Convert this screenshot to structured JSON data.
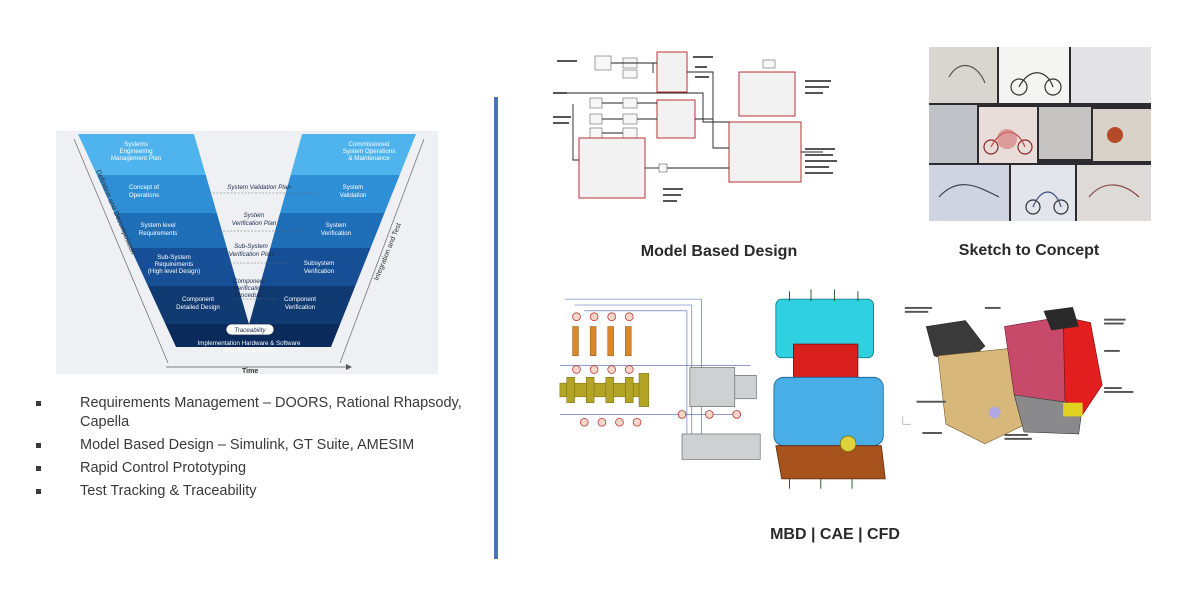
{
  "vmodel": {
    "left": [
      "Systems Engineering Management Plan",
      "Concept of Operations",
      "System level Requirements",
      "Sub-System Requirements (High level Design)",
      "Component Detailed Design"
    ],
    "right": [
      "Commissioned System Operations & Maintenance",
      "System Validation",
      "System Verification",
      "Subsystem Verification",
      "Component Verification"
    ],
    "center": [
      "System Validation Plan",
      "System Verification Plan",
      "Sub-System Verification Plan",
      "Component Verification Procedure"
    ],
    "traceability": "Traceability",
    "implementation": "Implementation Hardware & Software (CODING & TEST)",
    "left_side": "Definition and Decomposition",
    "right_side": "Integration and Test",
    "time": "Time"
  },
  "bullets": [
    "Requirements Management – DOORS, Rational Rhapsody, Capella",
    "Model Based Design – Simulink, GT Suite, AMESIM",
    "Rapid Control Prototyping",
    "Test Tracking & Traceability"
  ],
  "captions": {
    "mbd": "Model Based Design",
    "sketch": "Sketch to Concept",
    "cae": "MBD | CAE | CFD"
  },
  "colors": {
    "divider": "#4a74b4",
    "v_light": "#4fb3ee",
    "v_dark": "#0b2a5c"
  }
}
